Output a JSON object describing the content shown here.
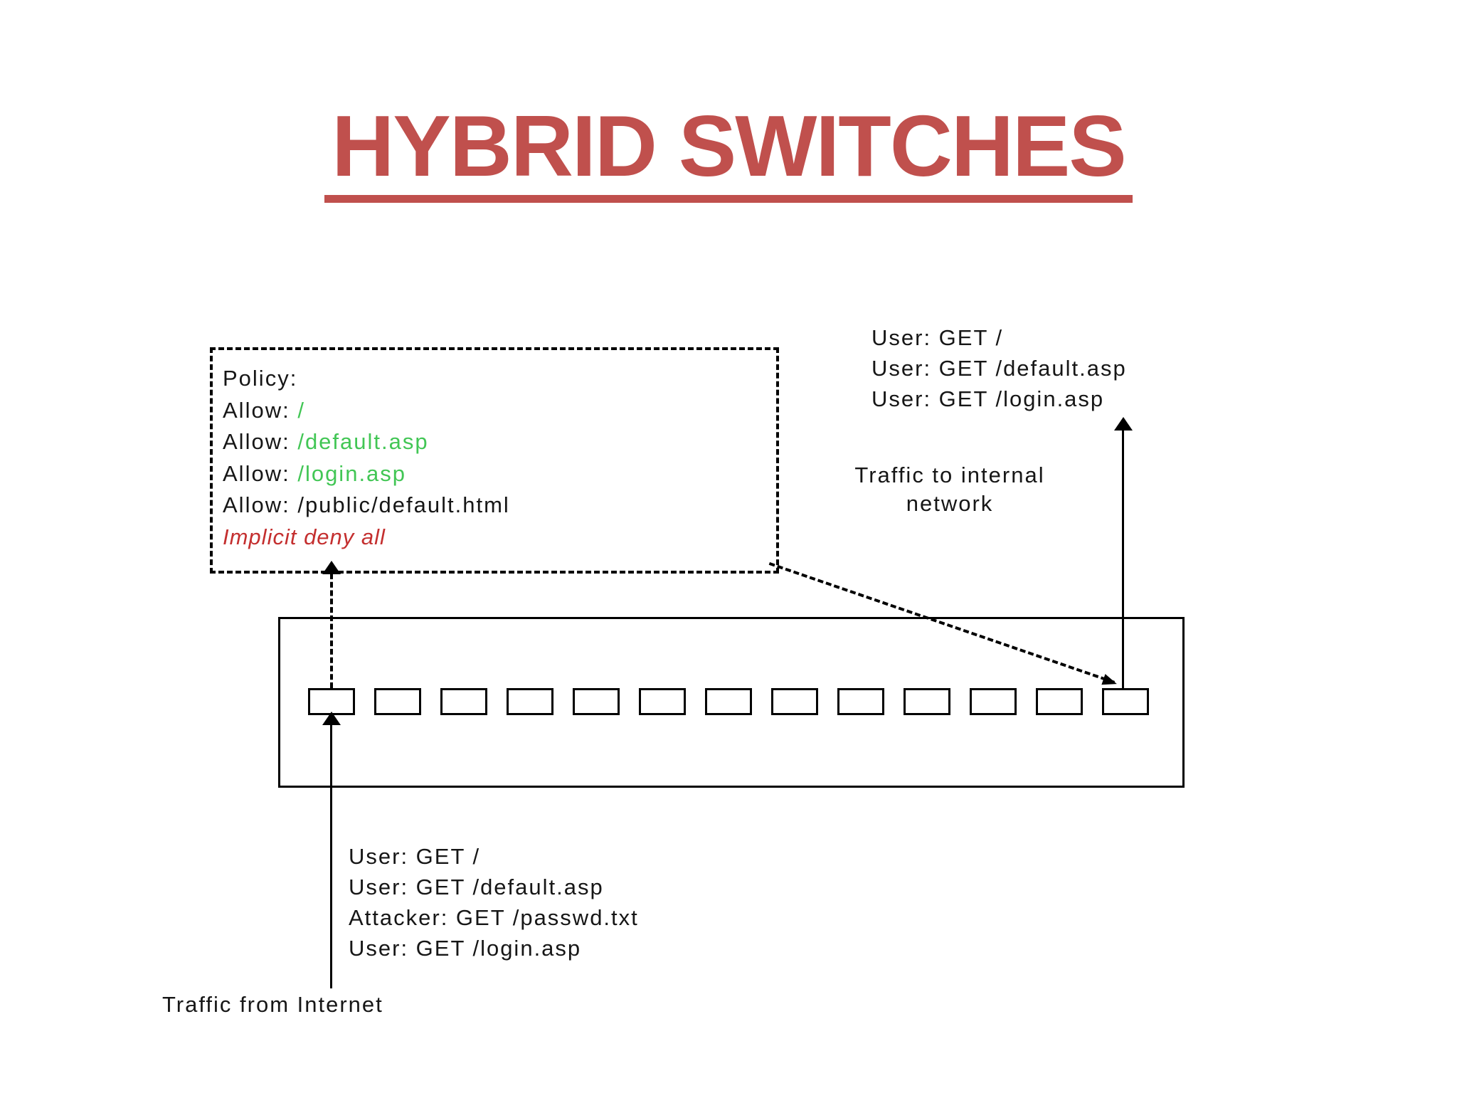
{
  "title": "HYBRID SWITCHES",
  "colors": {
    "title": "#c0504d",
    "allow": "#42c655",
    "deny": "#c42f2f",
    "ink": "#161616"
  },
  "policy": {
    "heading": "Policy:",
    "rules": [
      {
        "label": "Allow:",
        "path": "/"
      },
      {
        "label": "Allow:",
        "path": "/default.asp"
      },
      {
        "label": "Allow:",
        "path": "/login.asp"
      },
      {
        "label": "Allow:",
        "path": "/public/default.html"
      }
    ],
    "deny": "Implicit deny all"
  },
  "switch": {
    "ports": 13
  },
  "outgoing_requests": [
    "User: GET /",
    "User: GET /default.asp",
    "User: GET /login.asp"
  ],
  "incoming_requests": [
    "User: GET /",
    "User: GET /default.asp",
    "Attacker: GET /passwd.txt",
    "User: GET /login.asp"
  ],
  "labels": {
    "to_internal_line1": "Traffic to internal",
    "to_internal_line2": "network",
    "from_internet": "Traffic from Internet"
  }
}
